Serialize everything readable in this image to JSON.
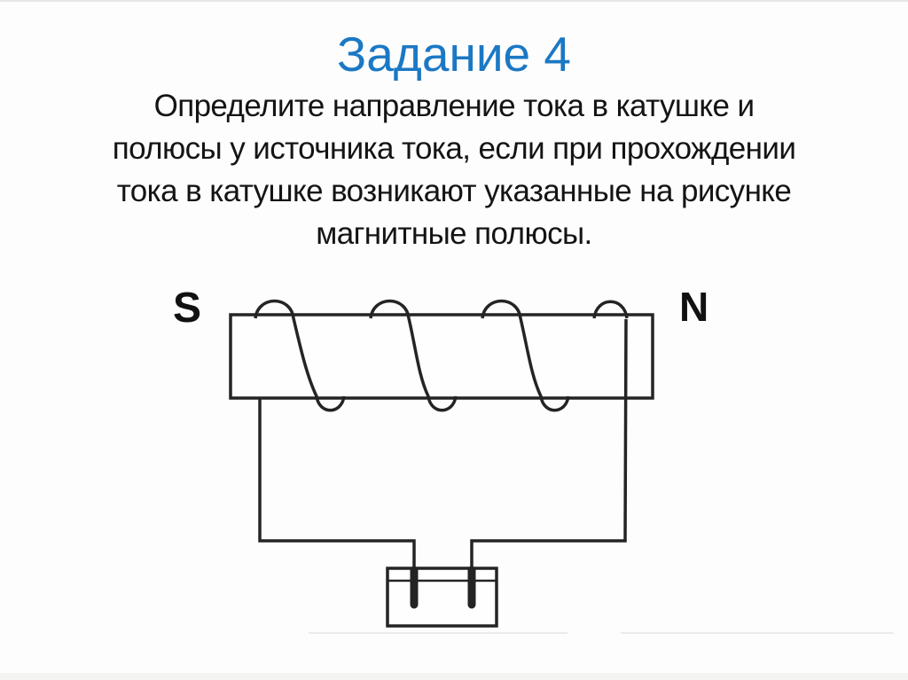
{
  "slide": {
    "title": "Задание 4",
    "question_lines": [
      "Определите направление тока в катушке и",
      "полюсы у источника тока, если при прохождении",
      "тока в катушке возникают указанные на рисунке",
      "магнитные полюсы."
    ],
    "diagram": {
      "left_pole_label": "S",
      "right_pole_label": "N"
    },
    "colors": {
      "title_blue": "#1b78c4",
      "diagram_ink": "#242424"
    }
  }
}
